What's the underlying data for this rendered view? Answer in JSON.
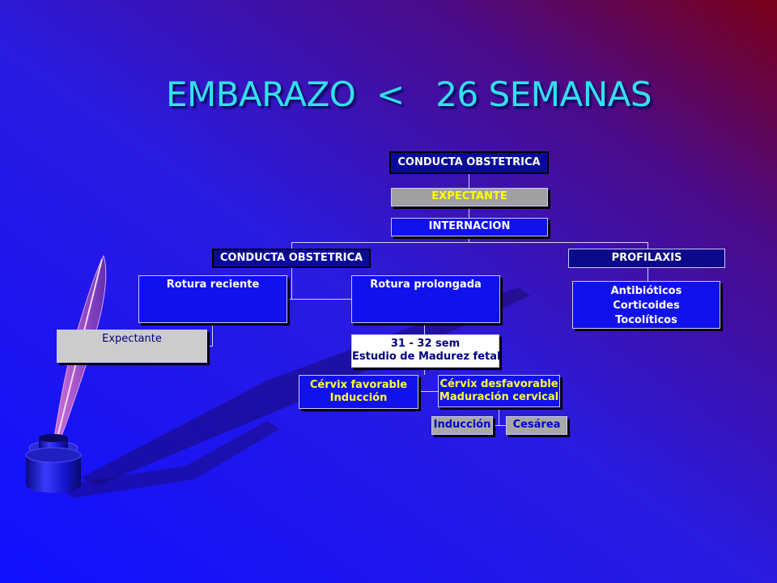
{
  "slide": {
    "title": "EMBARAZO  <   26 SEMANAS"
  },
  "nodes": {
    "conducta_obstetrica_top": "CONDUCTA OBSTETRICA",
    "expectante_top": "EXPECTANTE",
    "internacion": "INTERNACION",
    "conducta_obstetrica_left": "CONDUCTA OBSTETRICA",
    "profilaxis": "PROFILAXIS",
    "profilaxis_items": [
      "Antibióticos",
      "Corticoides",
      "Tocolíticos"
    ],
    "rotura_reciente": "Rotura reciente",
    "rotura_prolongada": "Rotura prolongada",
    "expectante_left": "Expectante",
    "semanas": [
      "31 - 32 sem",
      "Estudio de Madurez fetal"
    ],
    "cervix_favorable": [
      "Cérvix favorable",
      "Inducción"
    ],
    "cervix_desfavorable": [
      "Cérvix desfavorable",
      "Maduración cervical"
    ],
    "induccion": "Inducción",
    "cesarea": "Cesárea"
  },
  "colors": {
    "title": "#33e0ee",
    "box_blue": "#1111ee",
    "box_navy": "#0a0a8a",
    "text_yellow": "#ffff33"
  }
}
